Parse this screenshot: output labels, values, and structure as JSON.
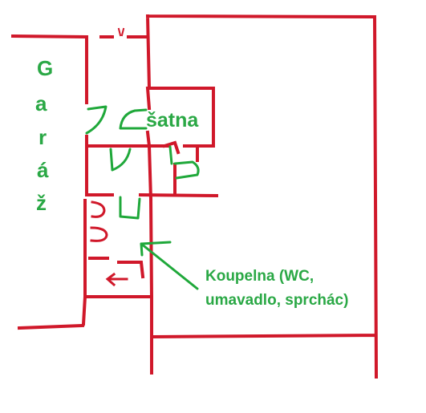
{
  "plan": {
    "garage_letters": [
      "G",
      "a",
      "r",
      "á",
      "ž"
    ],
    "room_label": "šatna",
    "bathroom_label_line1": "Koupelna (WC,",
    "bathroom_label_line2": "umavadlo, sprchác)",
    "colors": {
      "walls": "#d0182a",
      "fixtures": "#1fa83a",
      "labels": "#2aa845"
    }
  }
}
